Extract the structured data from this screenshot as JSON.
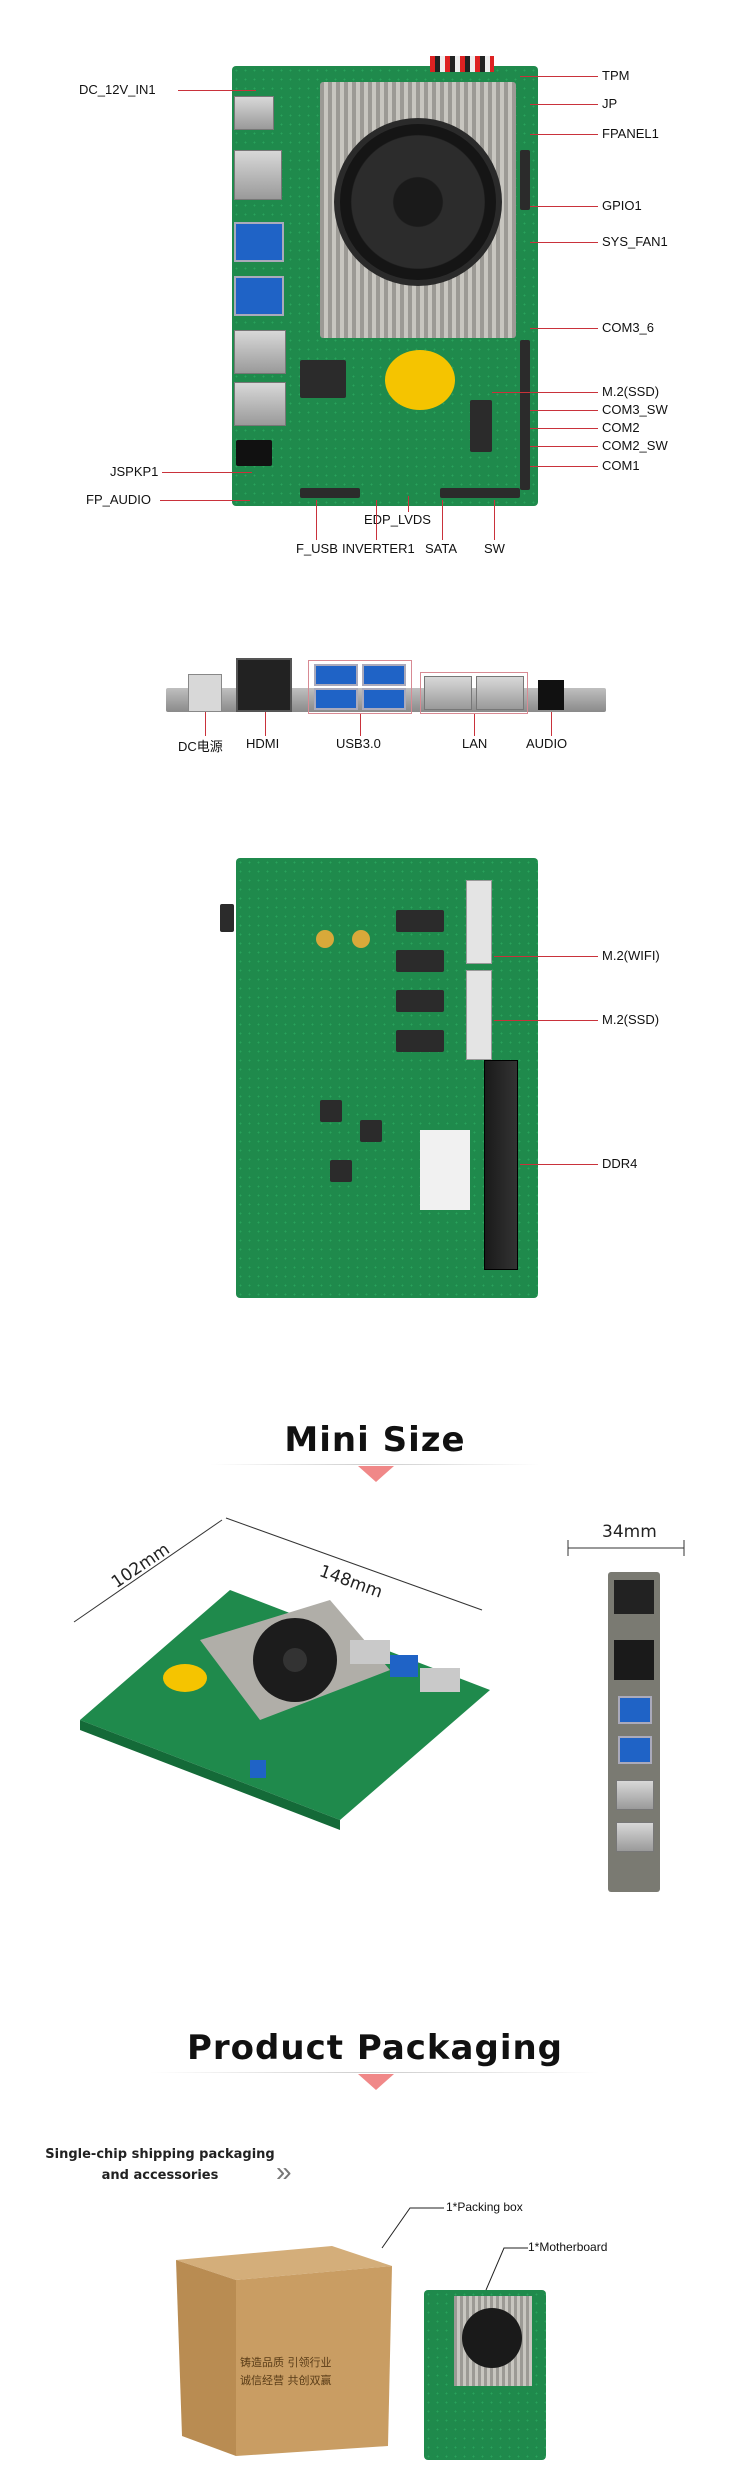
{
  "top_board": {
    "labels_left": [
      "DC_12V_IN1",
      "JSPKP1",
      "FP_AUDIO"
    ],
    "labels_right": [
      "TPM",
      "JP",
      "FPANEL1",
      "GPIO1",
      "SYS_FAN1",
      "COM3_6",
      "M.2(SSD)",
      "COM3_SW",
      "COM2",
      "COM2_SW",
      "COM1"
    ],
    "label_edp": "EDP_LVDS",
    "labels_bottom": [
      "F_USB",
      "INVERTER1",
      "SATA",
      "SW"
    ]
  },
  "io_panel": {
    "labels": [
      "DC电源",
      "HDMI",
      "USB3.0",
      "LAN",
      "AUDIO"
    ]
  },
  "back_board": {
    "labels": [
      "M.2(WIFI)",
      "M.2(SSD)",
      "DDR4"
    ]
  },
  "mini_size": {
    "title": "Mini Size",
    "width_label": "102mm",
    "length_label": "148mm",
    "height_label": "34mm"
  },
  "packaging": {
    "title": "Product Packaging",
    "note_line1": "Single-chip shipping packaging",
    "note_line2": "and accessories",
    "arrows": "»",
    "item_box": "1*Packing box",
    "item_board": "1*Motherboard",
    "box_text_line1": "铸造品质  引领行业",
    "box_text_line2": "诚信经营  共创双赢"
  },
  "colors": {
    "pcb_green": "#1f8a4c",
    "accent_line": "#c9323b",
    "title_triangle": "#f08888"
  }
}
